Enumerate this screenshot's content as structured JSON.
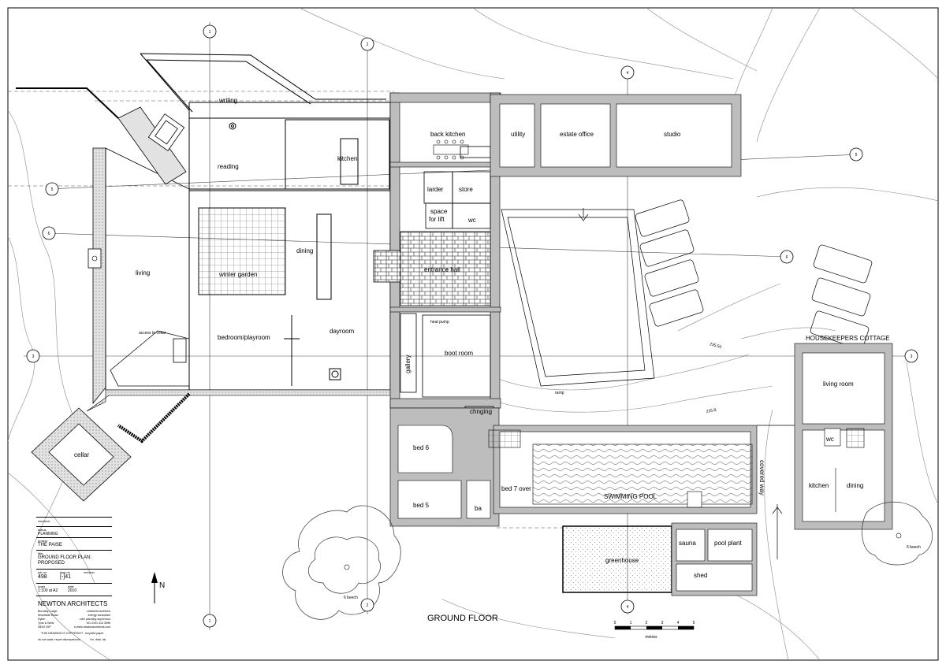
{
  "drawing_title": "GROUND FLOOR",
  "north_label": "N",
  "scale_bar": {
    "ticks": [
      "0",
      "1",
      "2",
      "3",
      "4",
      "5"
    ],
    "unit": "metres"
  },
  "rooms": {
    "writing": "writing",
    "reading": "reading",
    "kitchen": "kitchen",
    "back_kitchen": "back kitchen",
    "utility": "utility",
    "estate_office": "estate office",
    "studio": "studio",
    "larder": "larder",
    "store": "store",
    "space_for_lift_1": "space",
    "space_for_lift_2": "for lift",
    "wc": "wc",
    "living": "living",
    "winter_garden": "winter garden",
    "dining": "dining",
    "entrance_hall": "entrance hall",
    "bedroom_playroom": "bedroom/playroom",
    "dayroom": "dayroom",
    "gallery": "gallery",
    "boot_room": "boot room",
    "heat_pump": "heat pump",
    "chnging": "chnging",
    "cellar": "cellar",
    "bed6": "bed 6",
    "bed5": "bed 5",
    "ba": "ba",
    "bed7": "bed 7 over",
    "swimming_pool": "SWIMMING POOL",
    "covered_way": "covered way",
    "sauna": "sauna",
    "pool_plant": "pool plant",
    "greenhouse": "greenhouse",
    "shed": "shed",
    "hk_cottage": "HOUSEKEEPERS COTTAGE",
    "hk_living": "living room",
    "hk_wc": "wc",
    "hk_kitchen": "kitchen",
    "hk_dining": "dining",
    "access": "access to cellar",
    "ramp": "ramp",
    "beech1": "6 beech",
    "beech2": "5 beech",
    "level1": "235.50",
    "level2": "235.B"
  },
  "section_markers": [
    "1",
    "2",
    "4",
    "5",
    "6",
    "3"
  ],
  "title_block": {
    "checked_label": "checked",
    "status_label": "status",
    "status": "PLANNING",
    "project_label": "project",
    "project": "THE PAISE",
    "title_label": "title",
    "title_line1": "GROUND FLOOR PLAN:",
    "title_line2": "PROPOSED",
    "job_no_label": "job no",
    "job_no": "498",
    "dwg_no_label": "dwg no",
    "dwg_no": "[-]41",
    "revision_label": "revision",
    "scale_label": "scale",
    "scale": "1:100 at A2",
    "date_label": "date",
    "date": "2010",
    "firm": "NEWTON  ARCHITECTS",
    "address": [
      "Burnaby Lodge",
      "Woodside Road",
      "Ryton",
      "Tyne & Wear",
      "NE40 3SP"
    ],
    "services": [
      "chartered architect",
      "energy consultant",
      "cdm planning supervisor",
      "t01 0191 413 3996",
      "e:www.newtonarchitects.com"
    ],
    "copyright": "THIS DRAWING IS COPYRIGHT",
    "recycled": "recycled paper",
    "note": "do not scale: report discrepancies",
    "fin": "f.fn. deal. ab."
  }
}
